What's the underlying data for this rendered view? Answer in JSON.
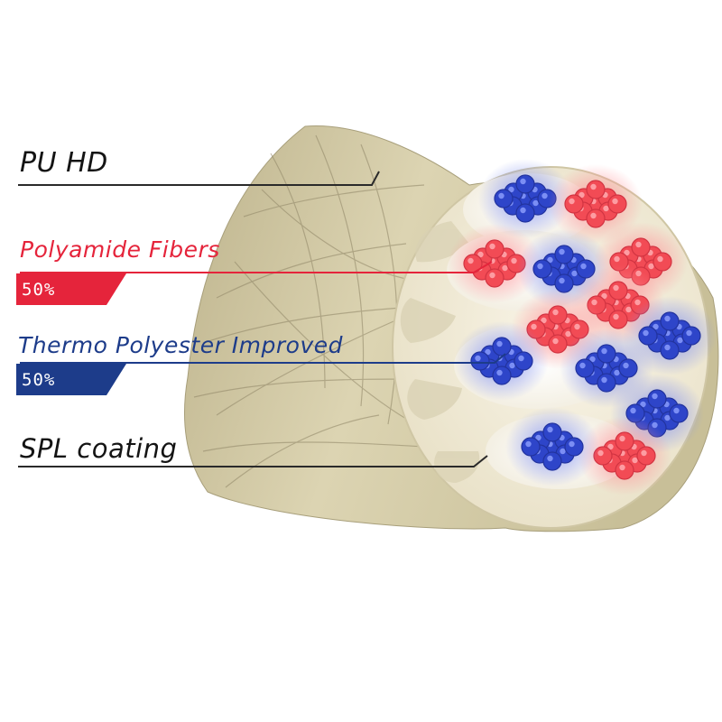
{
  "colors": {
    "accent_red": "#e5243b",
    "accent_blue": "#1d3c8a",
    "outer_layer": "#d6ceaa",
    "fiber_red": "#f24b55",
    "fiber_blue": "#2e45c9",
    "text": "#141414"
  },
  "labels": {
    "pu_hd": "PU HD",
    "polyamide": "Polyamide Fibers",
    "polyamide_pct": "50%",
    "thermo": "Thermo Polyester Improved",
    "thermo_pct": "50%",
    "spl": "SPL coating"
  },
  "bundles": [
    {
      "color": "blue"
    },
    {
      "color": "red"
    },
    {
      "color": "red"
    },
    {
      "color": "blue"
    },
    {
      "color": "red"
    },
    {
      "color": "red"
    },
    {
      "color": "red"
    },
    {
      "color": "blue"
    },
    {
      "color": "blue"
    },
    {
      "color": "blue"
    },
    {
      "color": "blue"
    },
    {
      "color": "red"
    },
    {
      "color": "blue"
    }
  ]
}
